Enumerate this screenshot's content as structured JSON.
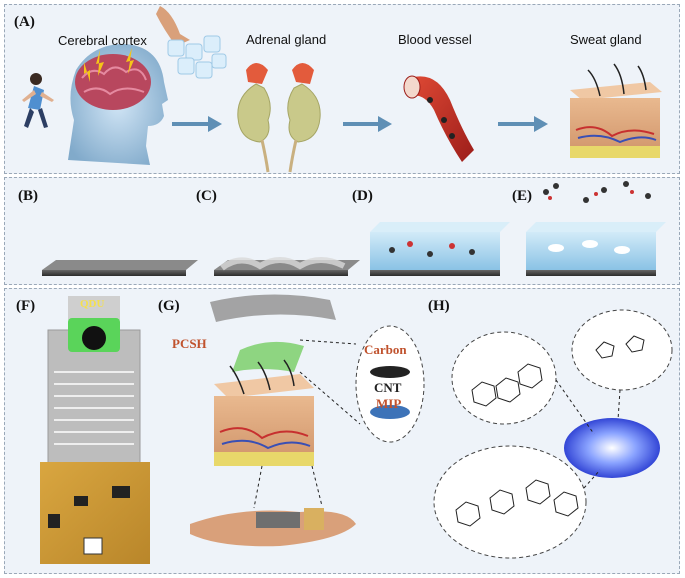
{
  "panel_a": {
    "label": "(A)",
    "titles": [
      "Cerebral cortex",
      "Adrenal gland",
      "Blood vessel",
      "Sweat gland"
    ]
  },
  "panel_b": {
    "label": "(B)"
  },
  "panel_c": {
    "label": "(C)"
  },
  "panel_d": {
    "label": "(D)"
  },
  "panel_e": {
    "label": "(E)"
  },
  "panel_f": {
    "label": "(F)",
    "chip_text": "QDU"
  },
  "panel_g": {
    "label": "(G)",
    "device_label": "PCSH",
    "layers": [
      "Carbon",
      "CNT",
      "MIP"
    ]
  },
  "panel_h": {
    "label": "(H)"
  },
  "colors": {
    "panel_bg": "#eef3f9",
    "arrow": "#5f8fb5",
    "carbon_text": "#c0522d",
    "cnt_text": "#222222",
    "mip_text": "#c0522d",
    "mip_fill": "#3d73b8",
    "gel": "#9fd0ee",
    "skin": "#e8b68e"
  }
}
